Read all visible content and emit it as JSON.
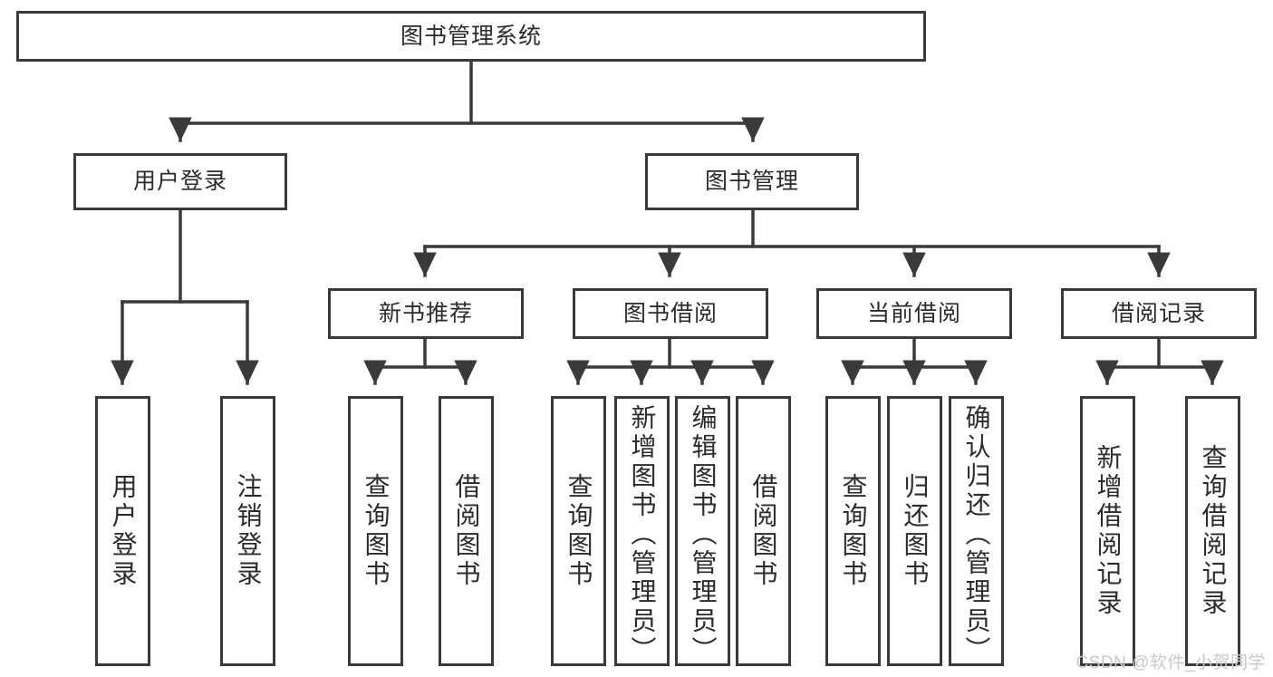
{
  "diagram": {
    "title": "图书管理系统",
    "type": "tree-hierarchy",
    "watermark": "CSDN @软件_小贺同学",
    "colors": {
      "box_border": "#3a3a3a",
      "box_fill": "#ffffff",
      "connector": "#3a3a3a",
      "text": "#2b2b2b",
      "watermark": "#c9c9c9",
      "background": "#ffffff"
    },
    "levels": {
      "root": {
        "label": "图书管理系统",
        "orientation": "horizontal"
      },
      "level2": [
        {
          "label": "用户登录",
          "orientation": "horizontal"
        },
        {
          "label": "图书管理",
          "orientation": "horizontal"
        }
      ],
      "level3": [
        {
          "label": "新书推荐",
          "orientation": "horizontal"
        },
        {
          "label": "图书借阅",
          "orientation": "horizontal"
        },
        {
          "label": "当前借阅",
          "orientation": "horizontal"
        },
        {
          "label": "借阅记录",
          "orientation": "horizontal"
        }
      ],
      "leaves": {
        "user_login": [
          {
            "label": "用户登录",
            "orientation": "vertical"
          },
          {
            "label": "注销登录",
            "orientation": "vertical"
          }
        ],
        "new_book_recommend": [
          {
            "label": "查询图书",
            "orientation": "vertical"
          },
          {
            "label": "借阅图书",
            "orientation": "vertical"
          }
        ],
        "book_borrow": [
          {
            "label": "查询图书",
            "orientation": "vertical"
          },
          {
            "label": "新增图书（管理员）",
            "orientation": "vertical"
          },
          {
            "label": "编辑图书（管理员）",
            "orientation": "vertical"
          },
          {
            "label": "借阅图书",
            "orientation": "vertical"
          }
        ],
        "current_borrow": [
          {
            "label": "查询图书",
            "orientation": "vertical"
          },
          {
            "label": "归还图书",
            "orientation": "vertical"
          },
          {
            "label": "确认归还（管理员）",
            "orientation": "vertical"
          }
        ],
        "borrow_record": [
          {
            "label": "新增借阅记录",
            "orientation": "vertical"
          },
          {
            "label": "查询借阅记录",
            "orientation": "vertical"
          }
        ]
      }
    }
  }
}
